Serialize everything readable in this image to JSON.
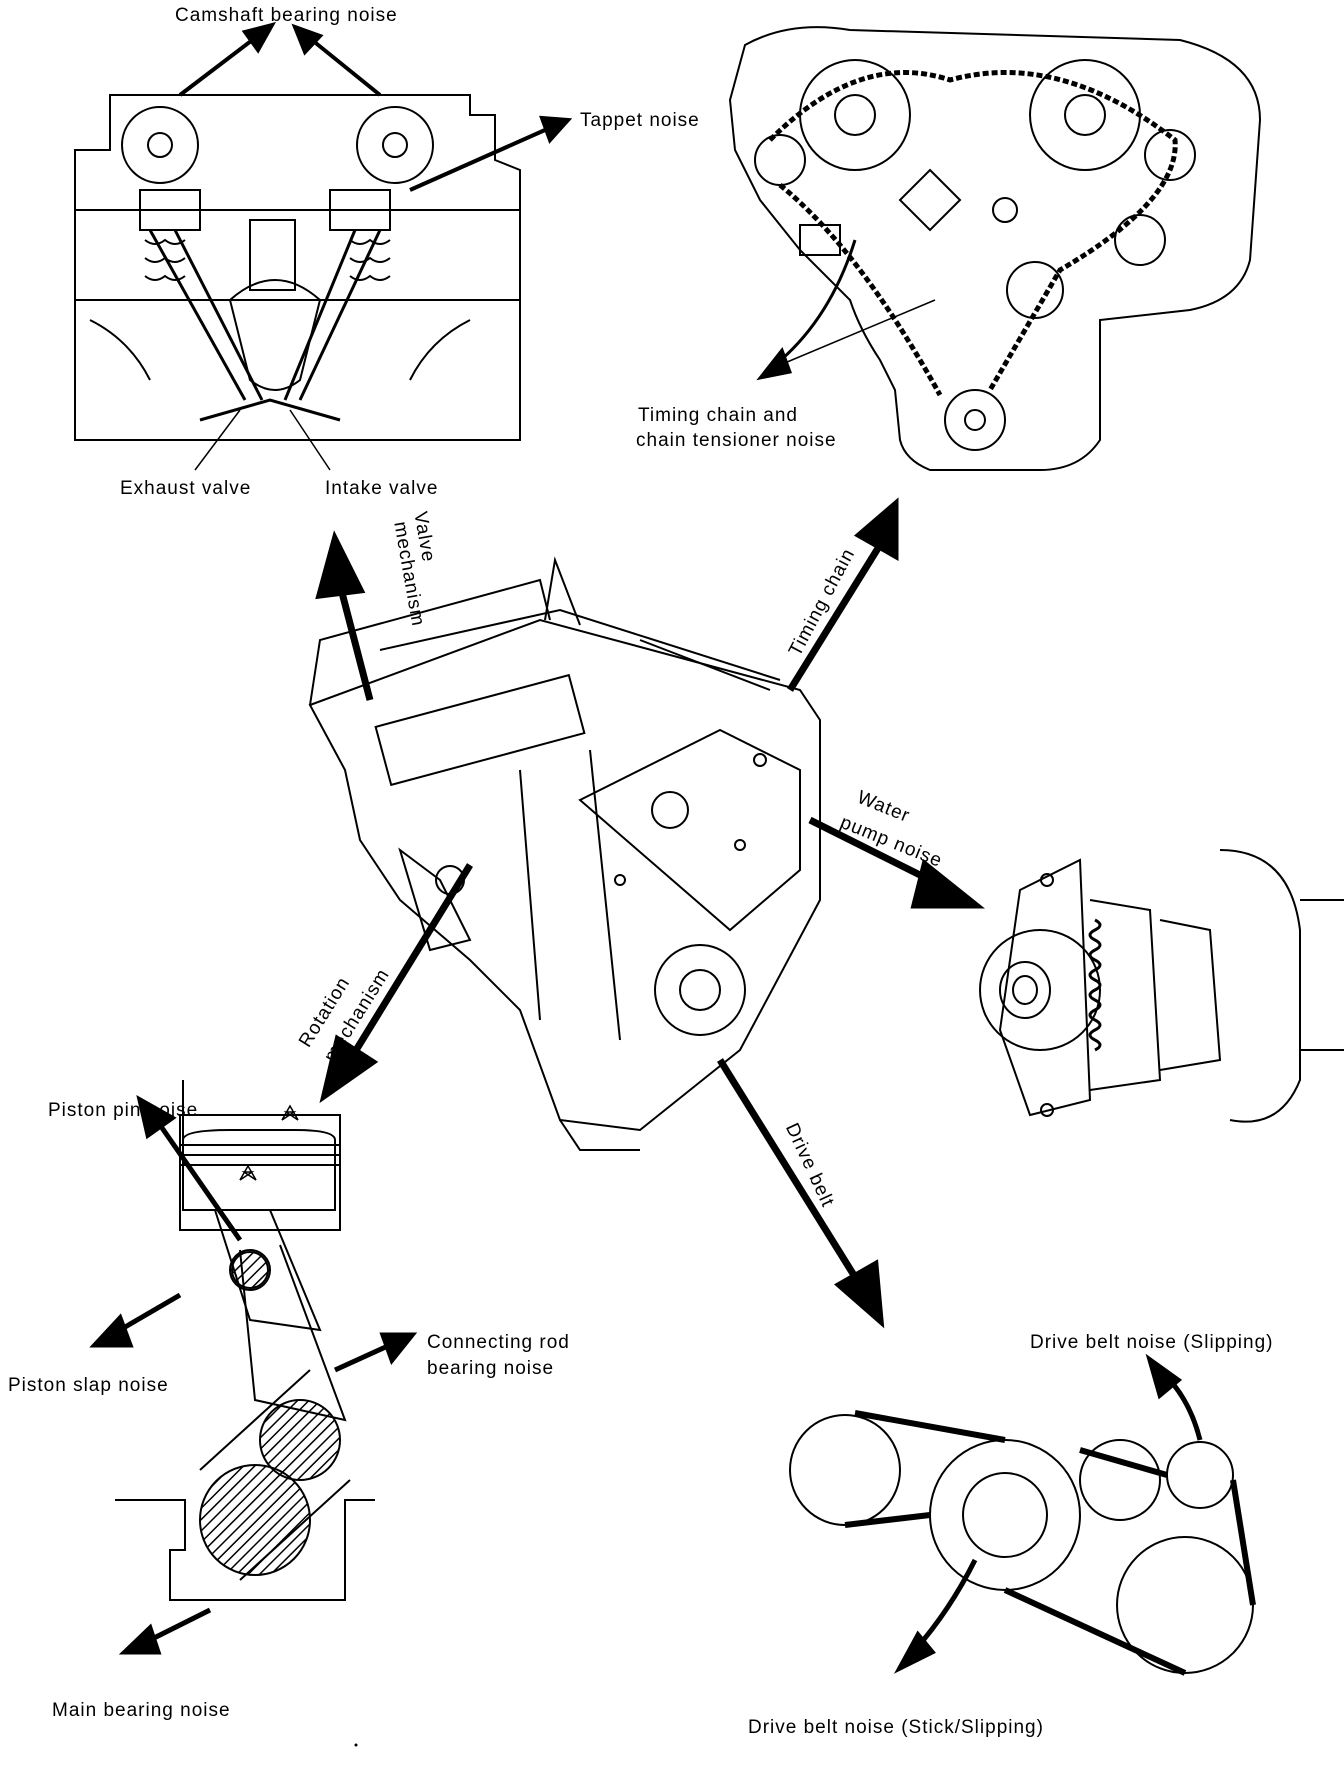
{
  "labels": {
    "camshaft_bearing_noise": "Camshaft bearing noise",
    "tappet_noise": "Tappet noise",
    "exhaust_valve": "Exhaust valve",
    "intake_valve": "Intake valve",
    "timing_chain_noise_line1": "Timing chain and",
    "timing_chain_noise_line2": "chain tensioner noise",
    "valve_mechanism_line1": "Valve",
    "valve_mechanism_line2": "mechanism",
    "timing_chain": "Timing chain",
    "water_pump_noise_line1": "Water",
    "water_pump_noise_line2": "pump noise",
    "rotation_mechanism_line1": "Rotation",
    "rotation_mechanism_line2": "mechanism",
    "drive_belt": "Drive belt",
    "piston_pin_noise": "Piston pin noise",
    "piston_slap_noise": "Piston slap noise",
    "connecting_rod_line1": "Connecting rod",
    "connecting_rod_line2": "bearing noise",
    "main_bearing_noise": "Main bearing noise",
    "drive_belt_noise_slipping": "Drive belt noise (Slipping)",
    "drive_belt_noise_stick": "Drive belt noise (Stick/Slipping)"
  },
  "colors": {
    "ink": "#000000",
    "paper": "#ffffff"
  }
}
